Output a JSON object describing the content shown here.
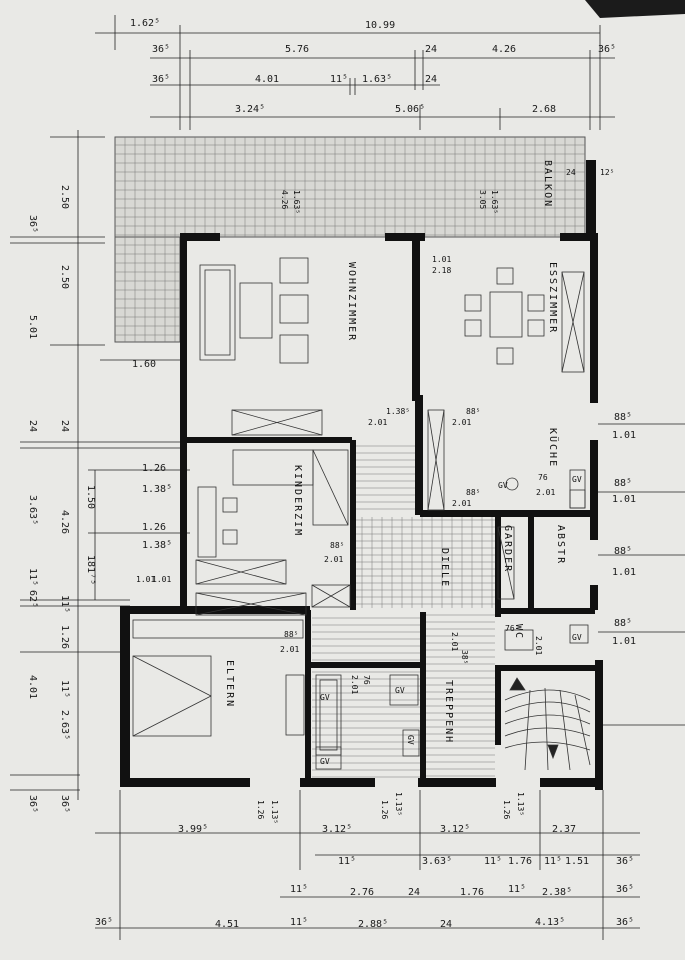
{
  "rooms": {
    "wohnzimmer": "WOHNZIMMER",
    "esszimmer": "ESSZIMMER",
    "kueche": "KÜCHE",
    "kinderzim": "KINDERZIM",
    "diele": "DIELE",
    "garder": "GARDER",
    "abstr": "ABSTR",
    "wc": "WC",
    "eltern": "ELTERN",
    "treppenh": "TREPPENH",
    "balkon": "BALKON"
  },
  "labels": {
    "gv": "GV"
  },
  "top_dims": {
    "row1": [
      "1.62⁵",
      "10.99"
    ],
    "row2": [
      "36⁵",
      "5.76",
      "24",
      "4.26",
      "36⁵"
    ],
    "row3": [
      "36⁵",
      "4.01",
      "11⁵",
      "1.63⁵",
      "24"
    ],
    "row4": [
      "3.24⁵",
      "5.06⁵",
      "2.68"
    ]
  },
  "bottom_dims": {
    "row1": [
      "3.99⁵",
      "3.12⁵",
      "3.12⁵",
      "2.37"
    ],
    "row2": [
      "11⁵",
      "3.63⁵",
      "11⁵",
      "1.76",
      "11⁵",
      "1.51",
      "36⁵"
    ],
    "row3": [
      "11⁵",
      "2.76",
      "24",
      "1.76",
      "11⁵",
      "2.38⁵",
      "36⁵"
    ],
    "row4": [
      "36⁵",
      "4.51",
      "11⁵",
      "2.88⁵",
      "24",
      "4.13⁵",
      "36⁵"
    ]
  },
  "left_dims": {
    "a": "2.50",
    "b": "36⁵",
    "c": "2.50",
    "d": "5.01",
    "e": "24",
    "f": "24",
    "g": "3.63⁵",
    "h": "4.26",
    "i": "1.50",
    "j": "181⁷⁵",
    "k": "11⁵",
    "l": "62⁵",
    "m": "11⁵",
    "n": "1.26",
    "o": "11⁵",
    "p": "2.63⁵",
    "q": "4.01",
    "r": "36⁵",
    "s": "36⁵"
  },
  "openings": {
    "balkon_w": "4.26",
    "balkon_h": "1.63⁵",
    "balkon_w2": "3.05",
    "balkon_h2": "1.63⁵",
    "ess_w": "1.01",
    "ess_h": "2.18",
    "w160": "1.60",
    "wz_door_w": "1.38⁵",
    "wz_door_h": "2.01",
    "k_door_w": "88⁵",
    "k_door_h": "2.01",
    "kz_w1": "1.26",
    "kz_h1": "1.38⁵",
    "kz_w2": "1.26",
    "kz_h2": "1.38⁵",
    "kz_door_w": "88⁵",
    "kz_door_h": "2.01",
    "kz_side_w": "1.01",
    "kz_side_h": "1.01",
    "kue_door_w": "88⁵",
    "kue_door_h": "2.01",
    "kue_w1": "76",
    "kue_h1": "2.01",
    "el_door_w": "88⁵",
    "el_door_h": "2.01",
    "bad_w": "76",
    "bad_h": "2.01",
    "tr_w": "2.01",
    "tr_h": "38⁵",
    "wc_w": "76",
    "wc_h": "2.01",
    "right_1": "88⁵",
    "right_1b": "1.01",
    "right_2": "88⁵",
    "right_2b": "1.01",
    "right_3": "88⁵",
    "right_3b": "1.01",
    "right_4": "88⁵",
    "right_4b": "1.01",
    "bot_w1": "1.13⁵",
    "bot_h1": "1.26",
    "bot_w2": "1.13⁵",
    "bot_h2": "1.26",
    "bot_w3": "1.13⁵",
    "bot_h3": "1.26",
    "balkon_side": "12⁵",
    "balkon_side2": "24"
  }
}
